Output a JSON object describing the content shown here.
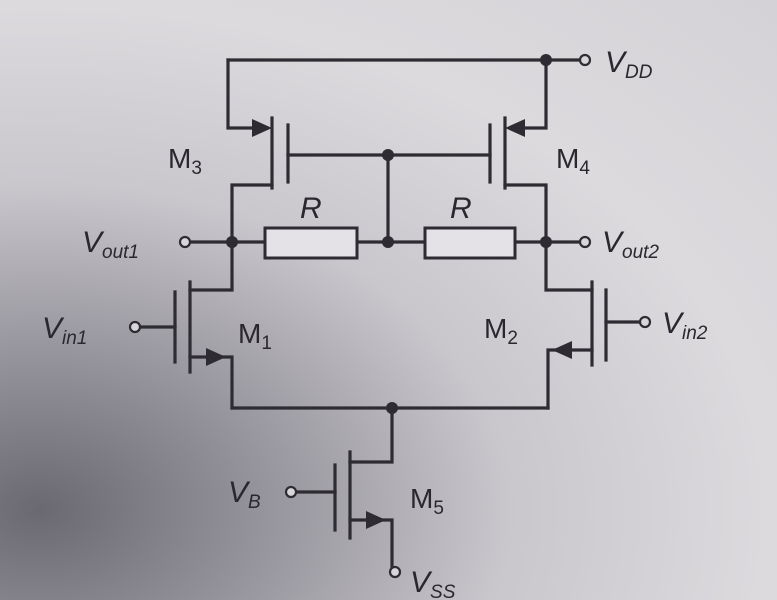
{
  "title": "Differential amplifier with resistive common-mode feedback",
  "terminals": {
    "vdd": {
      "main": "V",
      "sub": "DD"
    },
    "vss": {
      "main": "V",
      "sub": "SS"
    },
    "vout1": {
      "main": "V",
      "sub": "out1"
    },
    "vout2": {
      "main": "V",
      "sub": "out2"
    },
    "vin1": {
      "main": "V",
      "sub": "in1"
    },
    "vin2": {
      "main": "V",
      "sub": "in2"
    },
    "vb": {
      "main": "V",
      "sub": "B"
    }
  },
  "transistors": {
    "m1": {
      "main": "M",
      "sub": "1"
    },
    "m2": {
      "main": "M",
      "sub": "2"
    },
    "m3": {
      "main": "M",
      "sub": "3"
    },
    "m4": {
      "main": "M",
      "sub": "4"
    },
    "m5": {
      "main": "M",
      "sub": "5"
    }
  },
  "resistors": {
    "r1": "R",
    "r2": "R"
  },
  "colors": {
    "line": "#2e2c32",
    "paper": "#dcdadd"
  }
}
